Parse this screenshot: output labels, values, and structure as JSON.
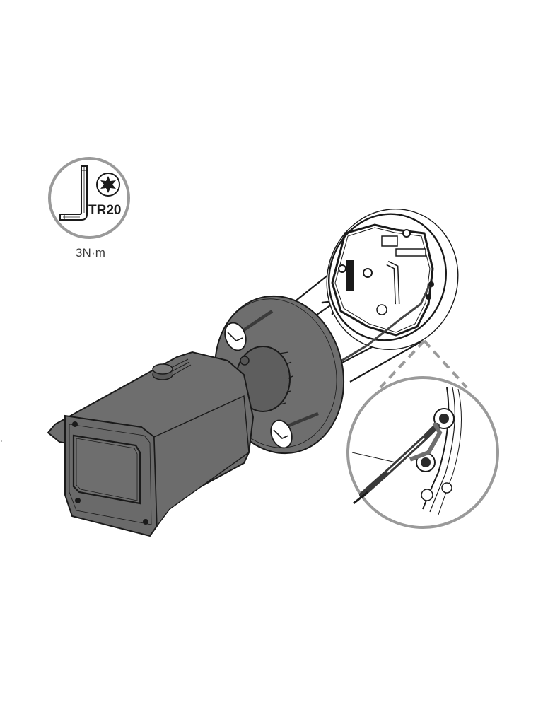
{
  "diagram": {
    "type": "installation-illustration",
    "subject": "bullet camera mounting to junction box",
    "colors": {
      "background": "#ffffff",
      "camera_body": "#6e6e6e",
      "camera_body_dark": "#4f4f4f",
      "outline": "#1a1a1a",
      "callout_circle": "#9a9a9a",
      "callout_dashes": "#9a9a9a",
      "arrow": "#1a1a1a"
    }
  },
  "tool_badge": {
    "tool_icon": "hex-key-icon",
    "bit_icon": "torx-star-icon",
    "bit_size_label": "TR20",
    "torque_label": "3N·m"
  },
  "components": [
    {
      "name": "camera-body",
      "label": "Camera housing with sunshield"
    },
    {
      "name": "mounting-base-plate",
      "label": "Base plate"
    },
    {
      "name": "junction-box",
      "label": "Junction box (open)"
    },
    {
      "name": "safety-cable",
      "label": "Safety wire"
    },
    {
      "name": "screw-top",
      "label": "Mounting screw (top)"
    },
    {
      "name": "screw-bottom",
      "label": "Mounting screw (bottom)"
    },
    {
      "name": "detail-callout",
      "label": "Safety wire attachment detail"
    }
  ]
}
